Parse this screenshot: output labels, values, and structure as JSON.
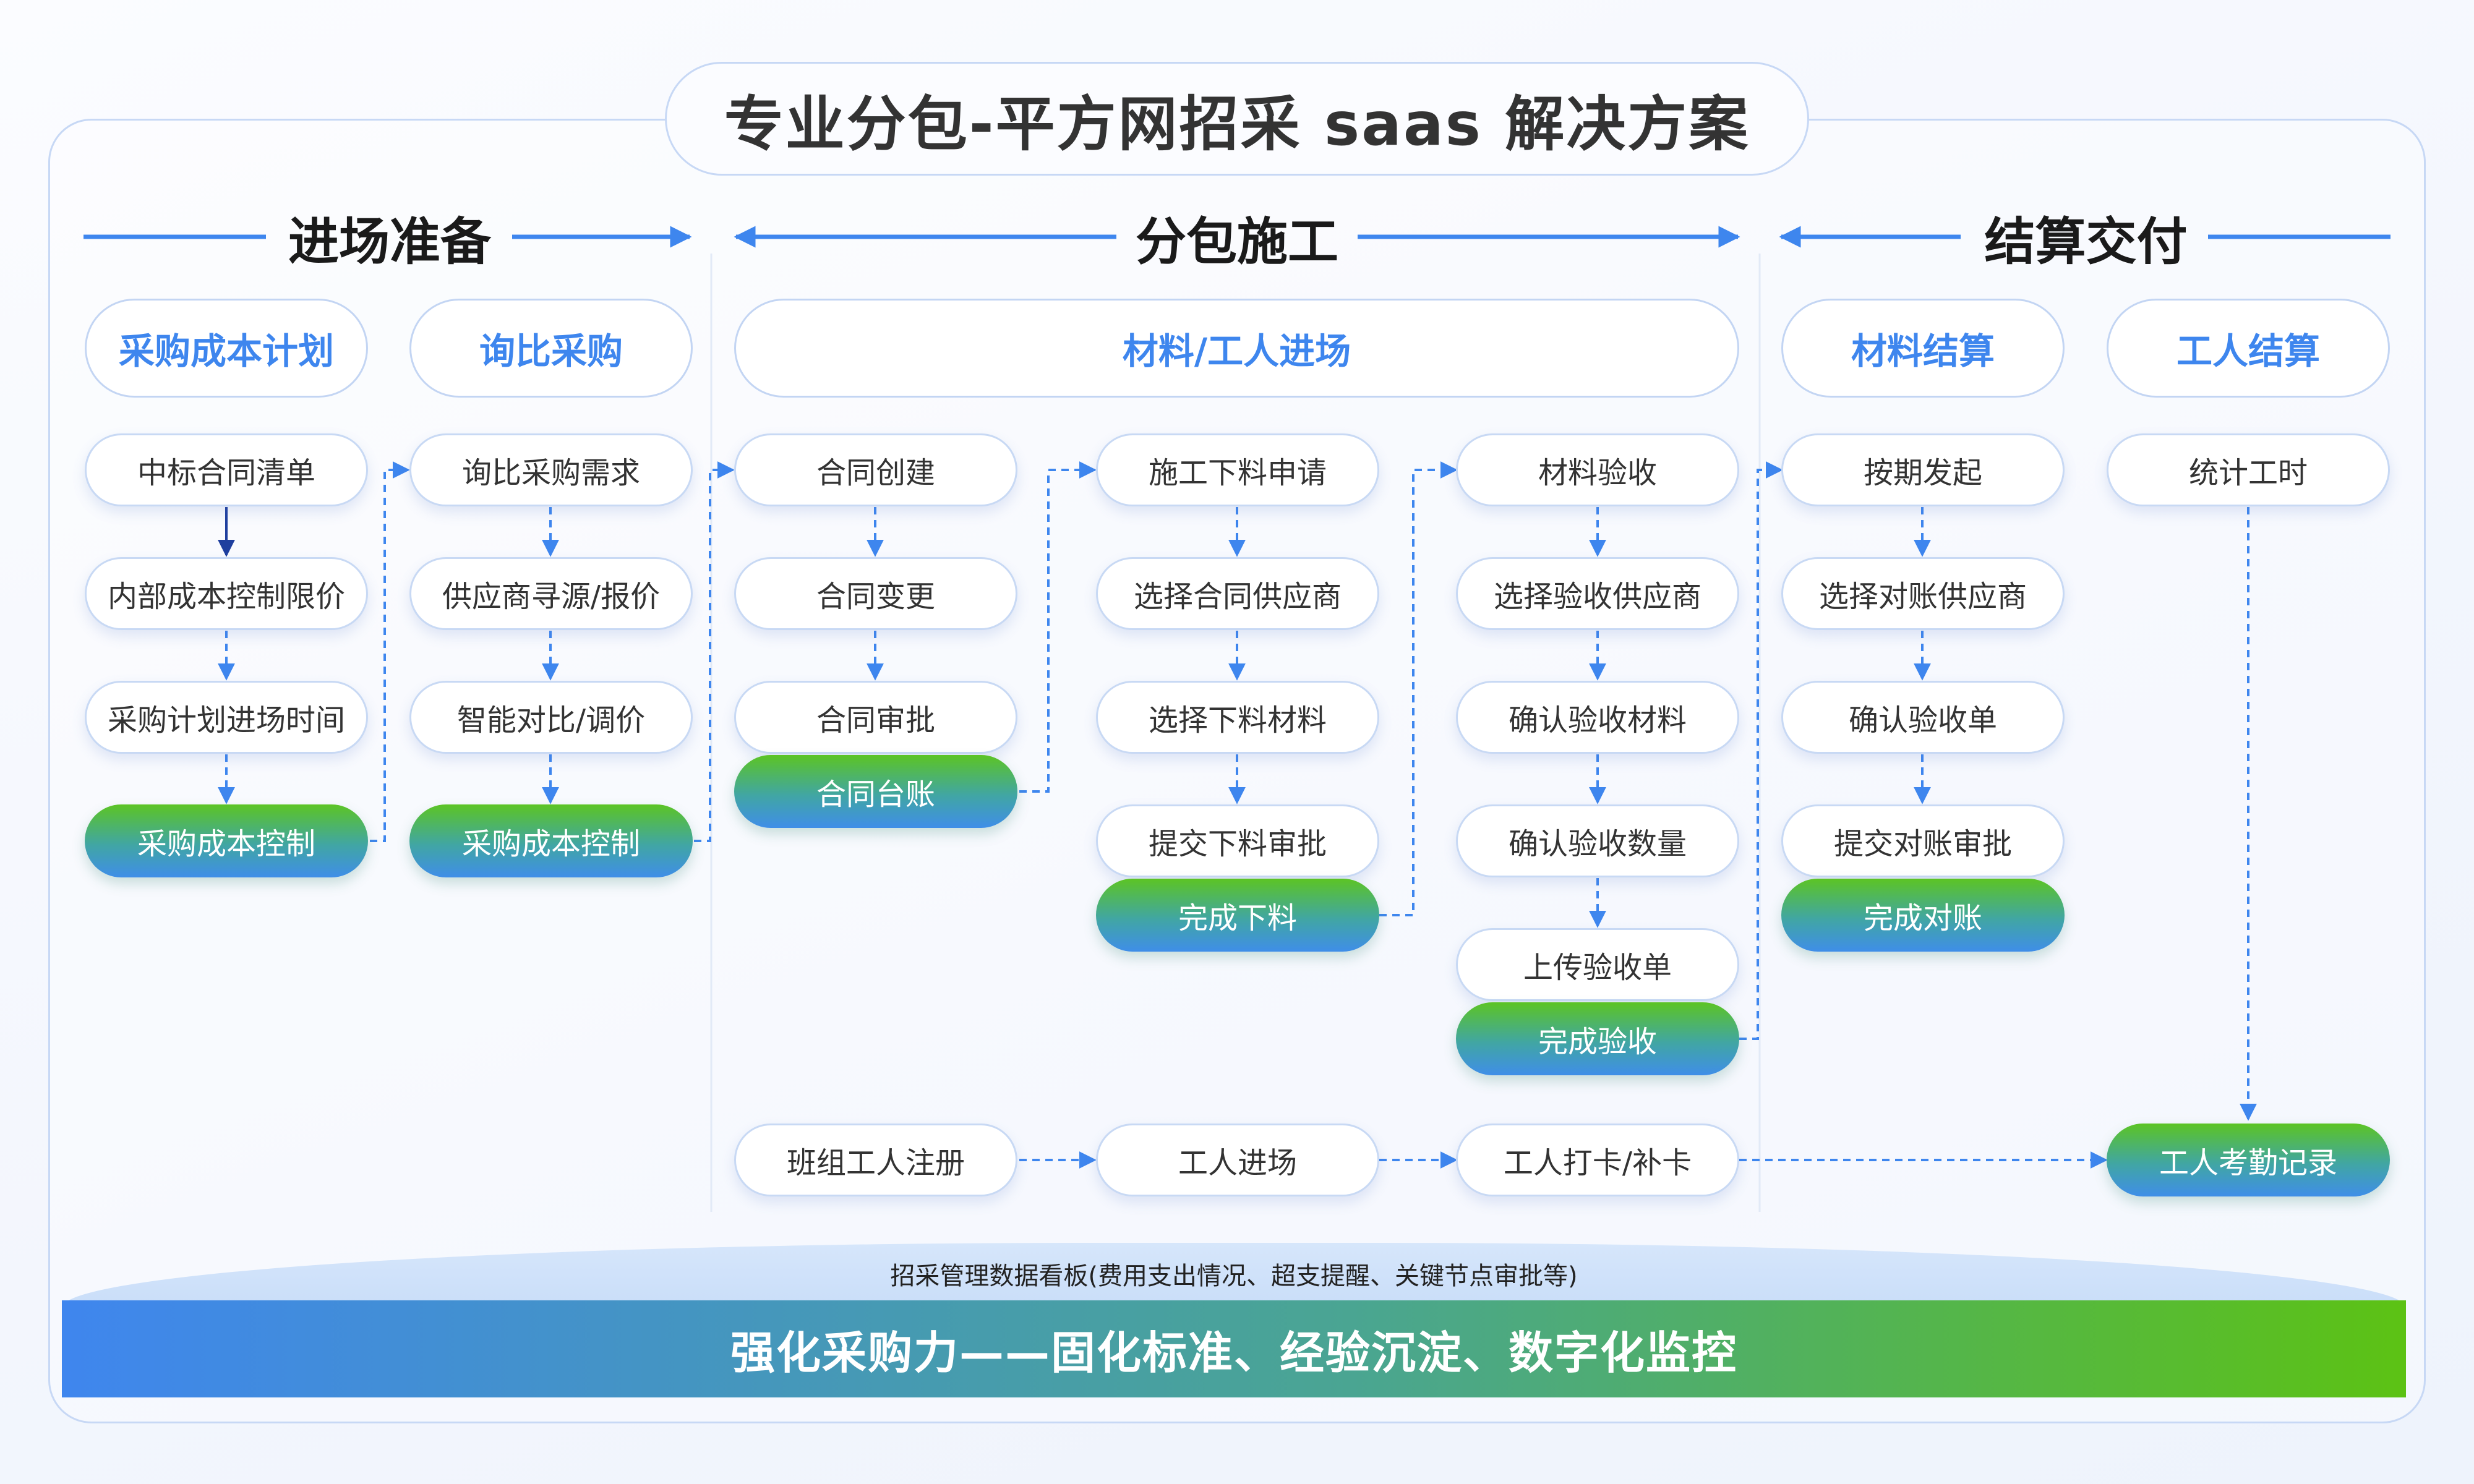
{
  "title": "专业分包-平方网招采 saas 解决方案",
  "phases": [
    "进场准备",
    "分包施工",
    "结算交付"
  ],
  "column_headers": {
    "purchase_cost_plan": "采购成本计划",
    "inquiry_purchase": "询比采购",
    "material_worker_entry": "材料/工人进场",
    "material_settlement": "材料结算",
    "worker_settlement": "工人结算"
  },
  "columns": {
    "col1": [
      "中标合同清单",
      "内部成本控制限价",
      "采购计划进场时间",
      "采购成本控制"
    ],
    "col2": [
      "询比采购需求",
      "供应商寻源/报价",
      "智能对比/调价",
      "采购成本控制"
    ],
    "col3": [
      "合同创建",
      "合同变更",
      "合同审批",
      "合同台账"
    ],
    "col4": [
      "施工下料申请",
      "选择合同供应商",
      "选择下料材料",
      "提交下料审批",
      "完成下料"
    ],
    "col5": [
      "材料验收",
      "选择验收供应商",
      "确认验收材料",
      "确认验收数量",
      "上传验收单",
      "完成验收"
    ],
    "col6": [
      "按期发起",
      "选择对账供应商",
      "确认验收单",
      "提交对账审批",
      "完成对账"
    ],
    "col7": [
      "统计工时",
      "工人考勤记录"
    ]
  },
  "worker_flow": [
    "班组工人注册",
    "工人进场",
    "工人打卡/补卡"
  ],
  "dashboard_caption": "招采管理数据看板(费用支出情况、超支提醒、关键节点审批等)",
  "bottom_banner": "强化采购力——固化标准、经验沉淀、数字化监控",
  "colors": {
    "accent_blue": "#3e86ee",
    "green": "#5cc424",
    "border": "#c8d9f4"
  }
}
